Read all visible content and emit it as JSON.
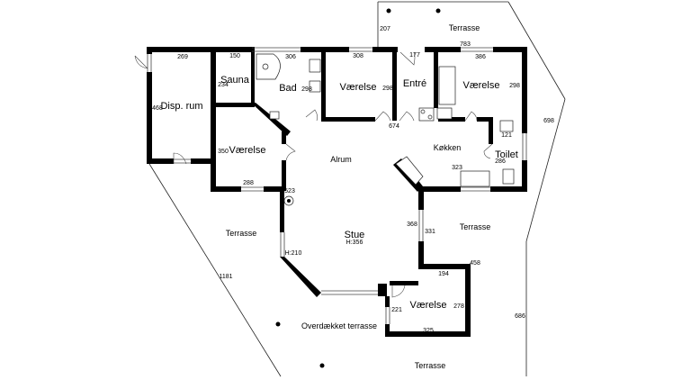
{
  "rooms": {
    "disp_rum": "Disp. rum",
    "sauna": "Sauna",
    "bad": "Bad",
    "vaerelse_1": "Værelse",
    "entre": "Entré",
    "vaerelse_2": "Værelse",
    "vaerelse_3": "Værelse",
    "alrum": "Alrum",
    "kokken": "Køkken",
    "toilet": "Toilet",
    "stue": "Stue",
    "stue_height": "H:356",
    "vaerelse_4": "Værelse"
  },
  "outdoor": {
    "terrasse_top": "Terrasse",
    "terrasse_left": "Terrasse",
    "terrasse_right": "Terrasse",
    "terrasse_bottom": "Terrasse",
    "overdaekket": "Overdækket terrasse"
  },
  "dimensions": {
    "d269": "269",
    "d150": "150",
    "d306": "306",
    "d308": "308",
    "d177": "177",
    "d386": "386",
    "d783": "783",
    "d207": "207",
    "d468": "468",
    "d234": "234",
    "d298a": "298",
    "d298b": "298",
    "d298c": "298",
    "d674": "674",
    "d121": "121",
    "d286": "286",
    "d350": "350",
    "d323": "323",
    "d288": "288",
    "d523": "523",
    "d368": "368",
    "d331": "331",
    "d698": "698",
    "h210": "H:210",
    "d1181": "1181",
    "d458": "458",
    "d194": "194",
    "d278": "278",
    "d221": "221",
    "d325": "325",
    "d686": "686"
  }
}
